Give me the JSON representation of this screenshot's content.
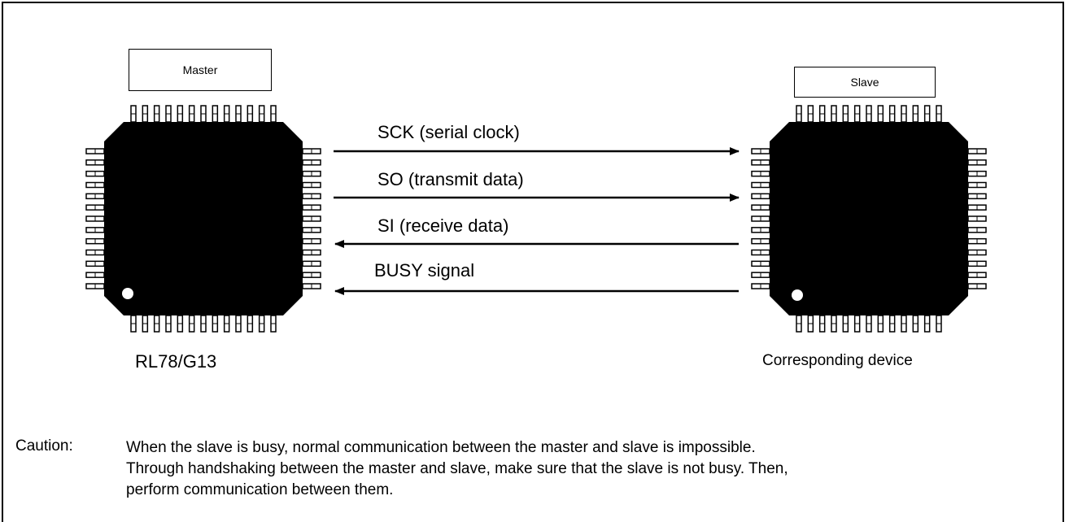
{
  "master": {
    "box_label": "Master",
    "caption": "RL78/G13"
  },
  "slave": {
    "box_label": "Slave",
    "caption": "Corresponding device"
  },
  "signals": [
    {
      "label": "SCK (serial clock)",
      "direction": "master-to-slave"
    },
    {
      "label": "SO (transmit data)",
      "direction": "master-to-slave"
    },
    {
      "label": "SI (receive data)",
      "direction": "slave-to-master"
    },
    {
      "label": "BUSY signal",
      "direction": "slave-to-master"
    }
  ],
  "caution": {
    "label": "Caution:",
    "lines": [
      "When the slave is busy, normal communication between the master and slave is impossible.",
      "Through handshaking between the master and slave, make sure that the slave is not busy. Then,",
      "perform communication between them."
    ]
  }
}
